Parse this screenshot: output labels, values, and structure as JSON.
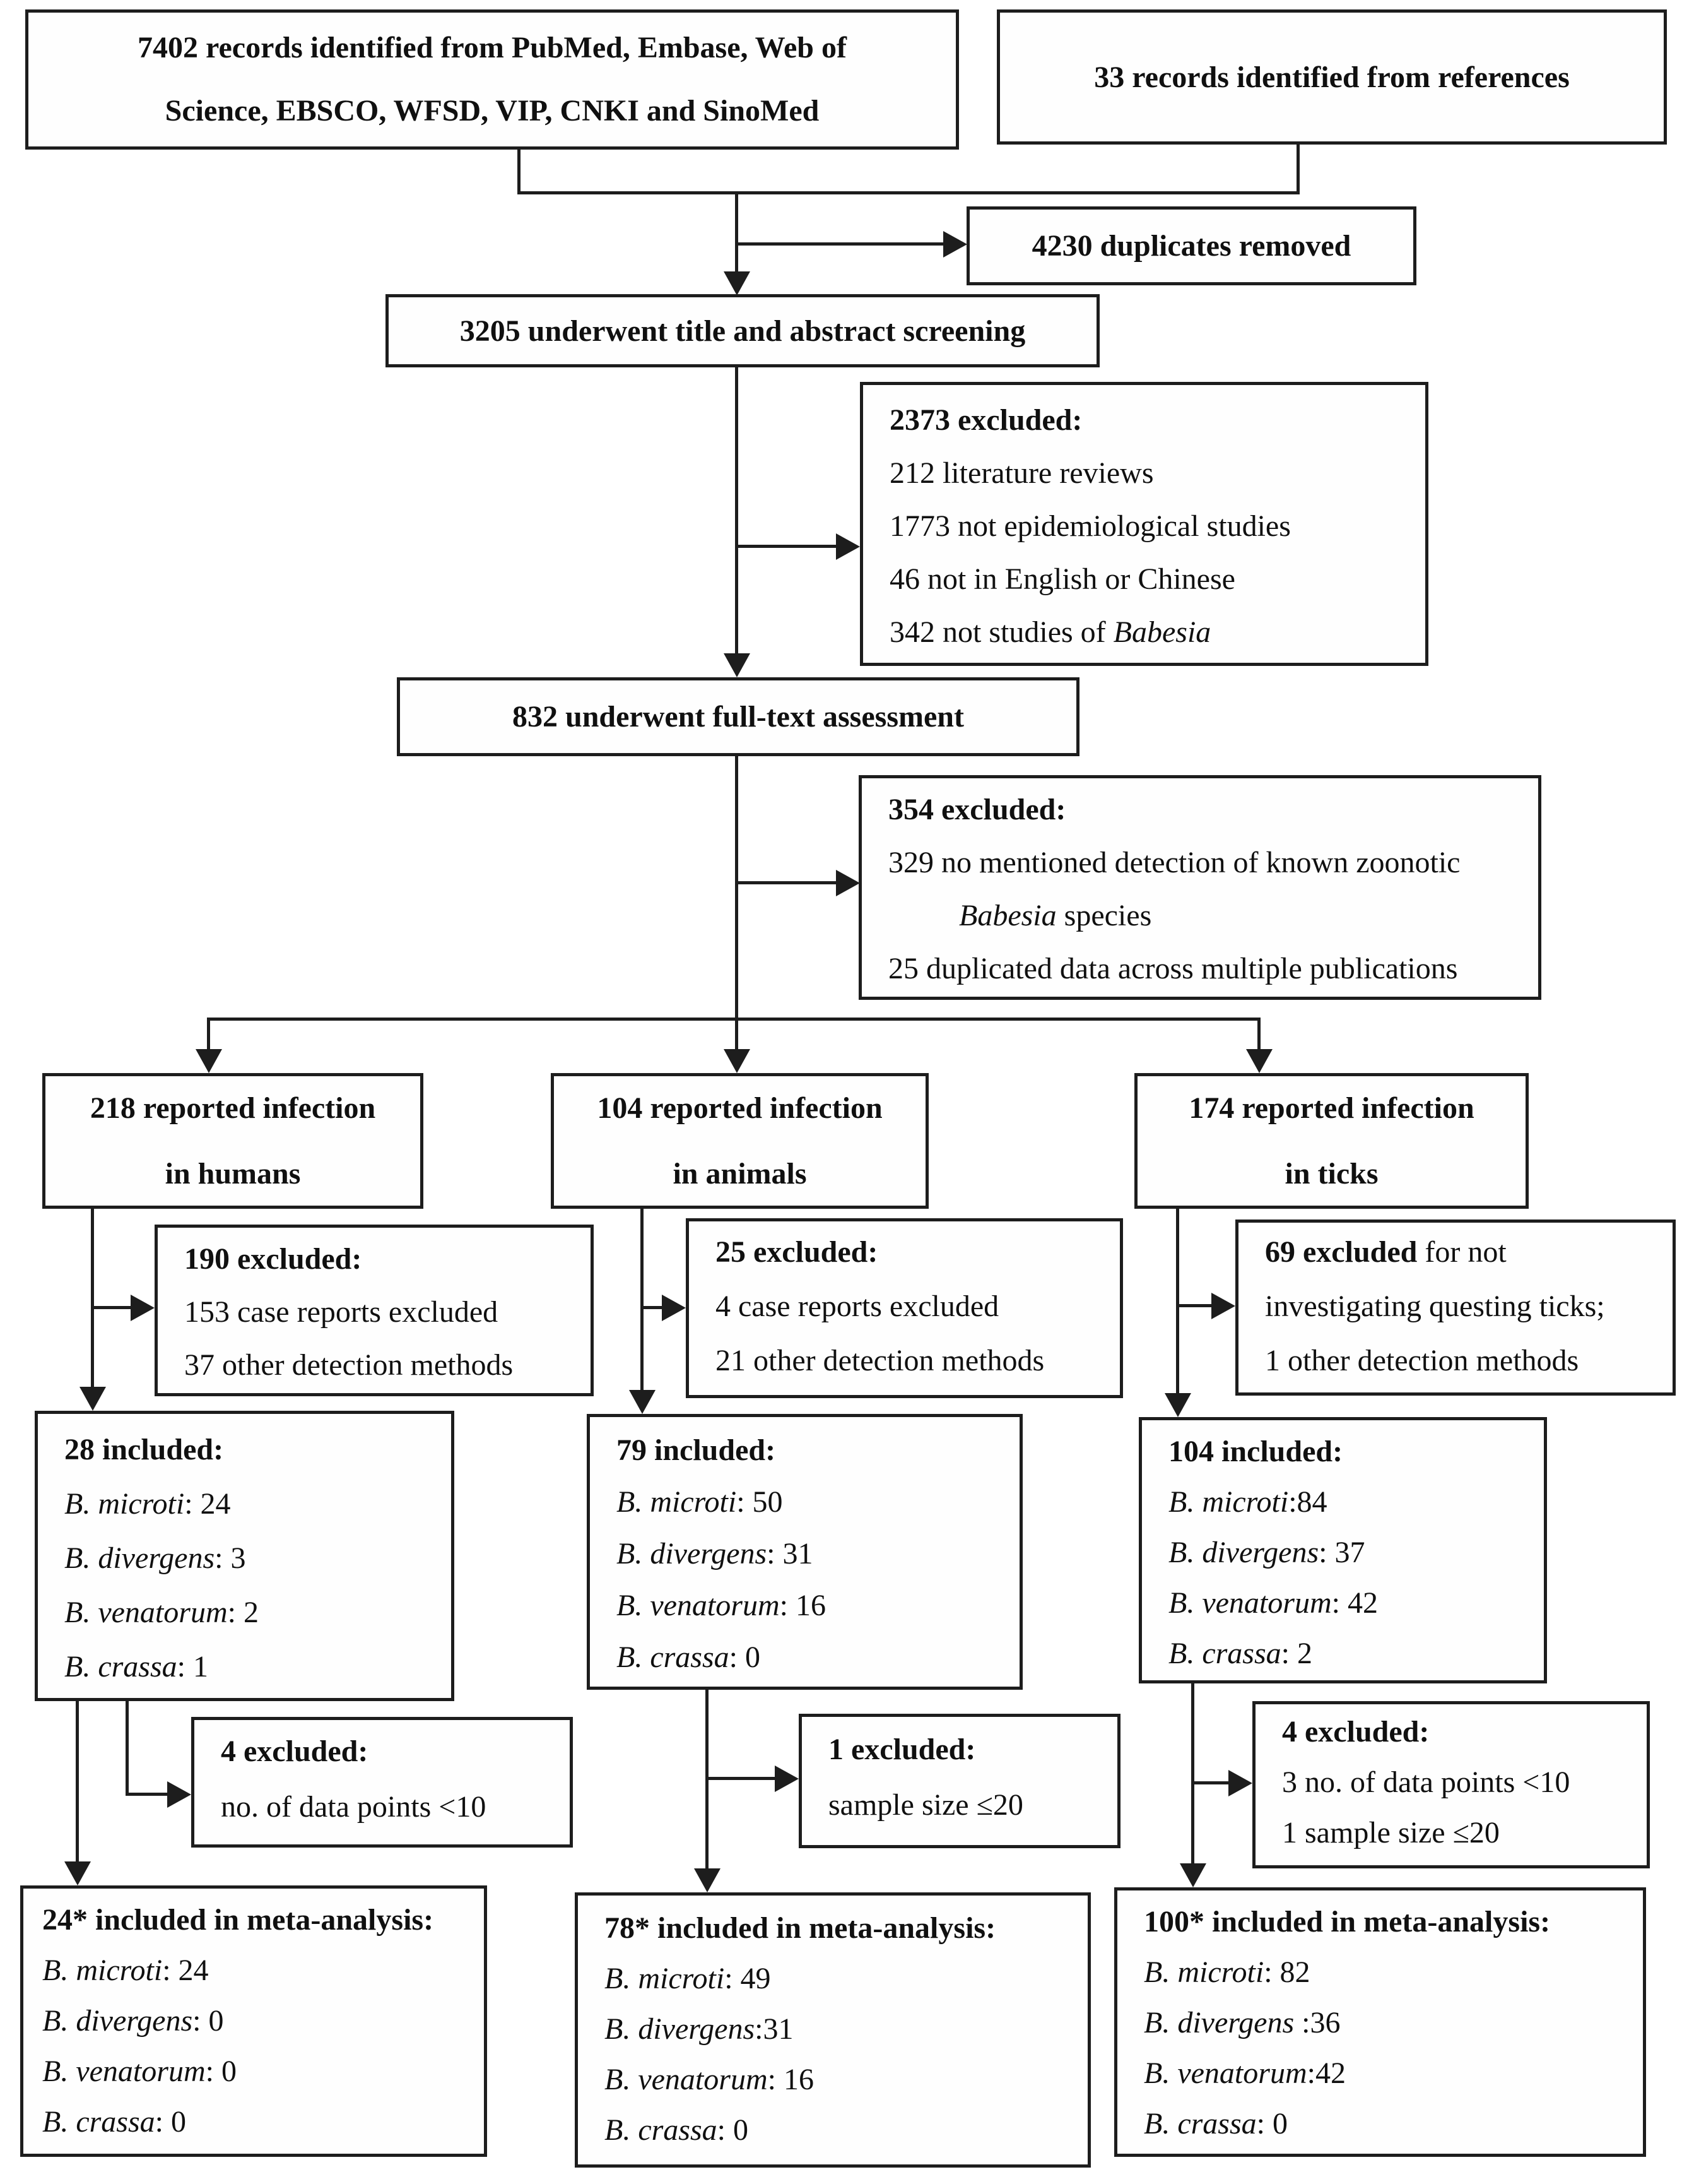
{
  "boxes": {
    "identified_db": {
      "lines": [
        "7402 records identified from PubMed, Embase, Web of",
        "Science, EBSCO, WFSD, VIP, CNKI and SinoMed"
      ]
    },
    "identified_refs": {
      "text": "33 records identified from references"
    },
    "duplicates": {
      "text": "4230 duplicates removed"
    },
    "screening": {
      "text": "3205 underwent title and abstract screening"
    },
    "screening_excluded": {
      "header": "2373 excluded:",
      "items": [
        "212 literature reviews",
        "1773 not epidemiological studies",
        "46 not in English or Chinese"
      ],
      "babesia_item": {
        "prefix": "342 not studies of ",
        "italic": "Babesia"
      }
    },
    "fulltext": {
      "text": "832 underwent full-text assessment"
    },
    "fulltext_excluded": {
      "header": "354 excluded:",
      "line1": "329 no mentioned detection of known zoonotic",
      "line2_italic": "Babesia",
      "line2_rest": " species",
      "line3": "25 duplicated data across multiple publications"
    },
    "humans": {
      "lines": [
        "218 reported infection",
        "in humans"
      ]
    },
    "animals": {
      "lines": [
        "104 reported infection",
        "in animals"
      ]
    },
    "ticks": {
      "lines": [
        "174 reported infection",
        "in ticks"
      ]
    },
    "humans_excluded": {
      "header": "190 excluded:",
      "items": [
        "153 case reports excluded",
        "37 other detection methods"
      ]
    },
    "animals_excluded": {
      "header": "25 excluded:",
      "items": [
        "4 case reports excluded",
        "21 other detection methods"
      ]
    },
    "ticks_excluded": {
      "header_bold": "69 excluded",
      "header_rest": " for not",
      "items": [
        "investigating questing ticks;",
        "1 other detection methods"
      ]
    },
    "humans_included": {
      "header": "28 included:",
      "rows": [
        {
          "sp": "B. microti",
          "val": ": 24"
        },
        {
          "sp": "B. divergens",
          "val": ": 3"
        },
        {
          "sp": "B. venatorum",
          "val": ": 2"
        },
        {
          "sp": "B. crassa",
          "val": ": 1"
        }
      ]
    },
    "animals_included": {
      "header": "79 included:",
      "rows": [
        {
          "sp": "B. microti",
          "val": ": 50"
        },
        {
          "sp": "B. divergens",
          "val": ": 31"
        },
        {
          "sp": "B. venatorum",
          "val": ": 16"
        },
        {
          "sp": "B. crassa",
          "val": ": 0"
        }
      ]
    },
    "ticks_included": {
      "header": "104 included:",
      "rows": [
        {
          "sp": "B. microti",
          "val": ":84"
        },
        {
          "sp": "B. divergens",
          "val": ": 37"
        },
        {
          "sp": "B. venatorum",
          "val": ": 42"
        },
        {
          "sp": "B. crassa",
          "val": ": 2"
        }
      ]
    },
    "humans_meta_excluded": {
      "header": "4 excluded:",
      "items": [
        "no. of data points <10"
      ]
    },
    "animals_meta_excluded": {
      "header": "1 excluded:",
      "items": [
        "sample size ≤20"
      ]
    },
    "ticks_meta_excluded": {
      "header": "4 excluded:",
      "items": [
        "3 no. of data points <10",
        "1 sample size ≤20"
      ]
    },
    "humans_meta": {
      "header": "24* included in meta-analysis:",
      "rows": [
        {
          "sp": "B.  microti",
          "val": ": 24"
        },
        {
          "sp": "B. divergens",
          "val": ": 0"
        },
        {
          "sp": "B. venatorum",
          "val": ": 0"
        },
        {
          "sp": "B. crassa",
          "val": ": 0"
        }
      ]
    },
    "animals_meta": {
      "header": "78* included in meta-analysis:",
      "rows": [
        {
          "sp": "B. microti",
          "val": ": 49"
        },
        {
          "sp": "B. divergens",
          "val": ":31"
        },
        {
          "sp": "B. venatorum",
          "val": ": 16"
        },
        {
          "sp": "B. crassa",
          "val": ": 0"
        }
      ]
    },
    "ticks_meta": {
      "header": "100* included in meta-analysis:",
      "rows": [
        {
          "sp": "B. microti",
          "val": ": 82"
        },
        {
          "sp": "B. divergens",
          "val": " :36"
        },
        {
          "sp": "B. venatorum",
          "val": ":42"
        },
        {
          "sp": "B. crassa",
          "val": ": 0"
        }
      ]
    }
  },
  "colors": {
    "line": "#1d1d1d",
    "background": "#ffffff",
    "text": "#101010"
  }
}
